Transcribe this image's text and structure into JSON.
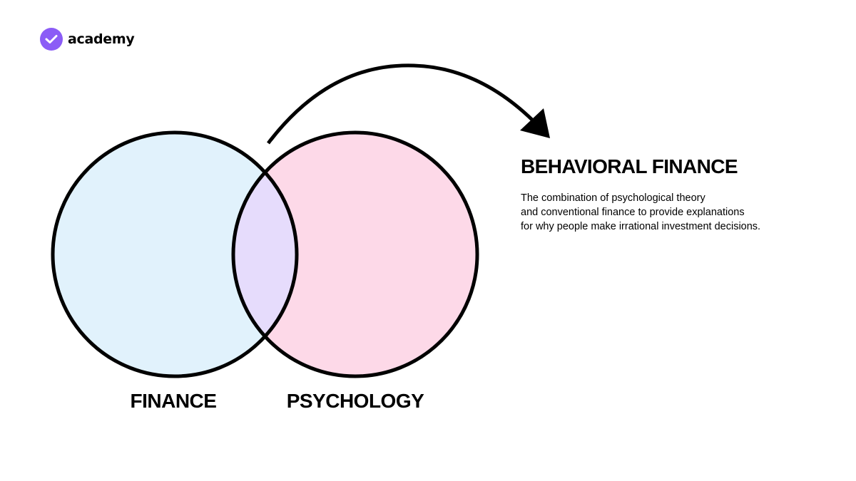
{
  "brand": {
    "name": "academy",
    "icon": "check-badge-icon",
    "accent": "#8b5cf6"
  },
  "diagram": {
    "type": "venn",
    "sets": [
      {
        "label": "FINANCE",
        "fill": "#e1f2fc"
      },
      {
        "label": "PSYCHOLOGY",
        "fill": "#fdd9e8"
      }
    ],
    "overlap_fill": "#e6dcfc",
    "stroke": "#000000",
    "arrow": "curved arrow from the overlap to the definition"
  },
  "definition": {
    "title": "BEHAVIORAL FINANCE",
    "lines": [
      "The combination of psychological theory",
      "and conventional finance to provide explanations",
      "for why people make irrational investment decisions."
    ]
  }
}
